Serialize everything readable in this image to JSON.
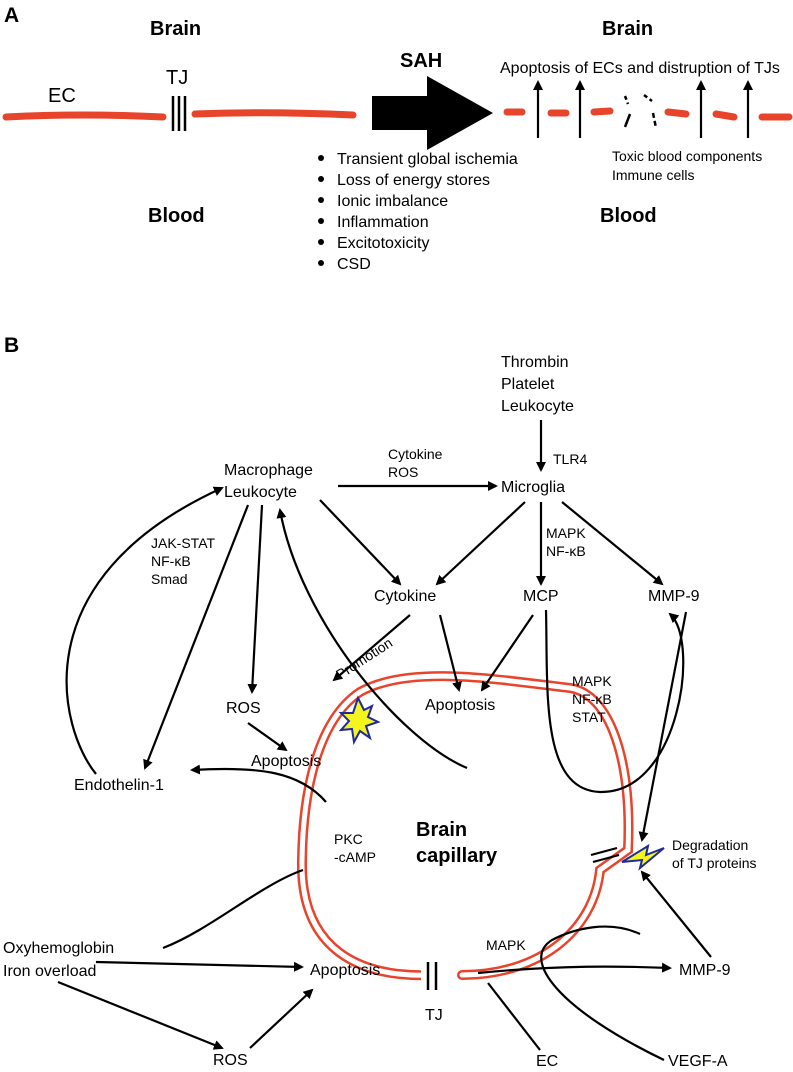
{
  "panel_a": {
    "label": "A",
    "brain_left": "Brain",
    "blood_left": "Blood",
    "brain_right": "Brain",
    "blood_right": "Blood",
    "ec": "EC",
    "tj": "TJ",
    "sah": "SAH",
    "apoptosis_note": "Apoptosis of ECs and distruption of TJs",
    "toxic_line1": "Toxic blood components",
    "toxic_line2": "Immune cells",
    "bullets": [
      "Transient global ischemia",
      "Loss of energy stores",
      "Ionic imbalance",
      "Inflammation",
      "Excitotoxicity",
      "CSD"
    ]
  },
  "panel_b": {
    "label": "B",
    "thrombin_lines": [
      "Thrombin",
      "Platelet",
      "Leukocyte"
    ],
    "tlr4": "TLR4",
    "microglia": "Microglia",
    "macrophage": "Macrophage",
    "leukocyte": "Leukocyte",
    "cytokine_ros_lines": [
      "Cytokine",
      "ROS"
    ],
    "jak_lines": [
      "JAK-STAT",
      "NF-κB",
      "Smad"
    ],
    "mapk_nfkb_lines": [
      "MAPK",
      "NF-κB"
    ],
    "cytokine": "Cytokine",
    "mcp": "MCP",
    "mmp9_top": "MMP-9",
    "promotion": "Promotion",
    "ros_upper": "ROS",
    "apoptosis_upper_left": "Apoptosis",
    "apoptosis_top": "Apoptosis",
    "mapk_stat_lines": [
      "MAPK",
      "NF-κB",
      "STAT"
    ],
    "endothelin": "Endothelin-1",
    "pkc_lines": [
      "PKC",
      "-cAMP"
    ],
    "capillary_lines": [
      "Brain",
      "capillary"
    ],
    "degradation_lines": [
      "Degradation",
      "of TJ proteins"
    ],
    "oxy_lines": [
      "Oxyhemoglobin",
      "Iron overload"
    ],
    "apoptosis_bottom": "Apoptosis",
    "mapk_bottom": "MAPK",
    "mmp9_bottom": "MMP-9",
    "tj": "TJ",
    "ros_bottom": "ROS",
    "ec": "EC",
    "vegf": "VEGF-A"
  },
  "colors": {
    "vessel": "#e8442c",
    "lightning_fill": "#f5f51e",
    "lightning_stroke": "#1e2a9e"
  }
}
